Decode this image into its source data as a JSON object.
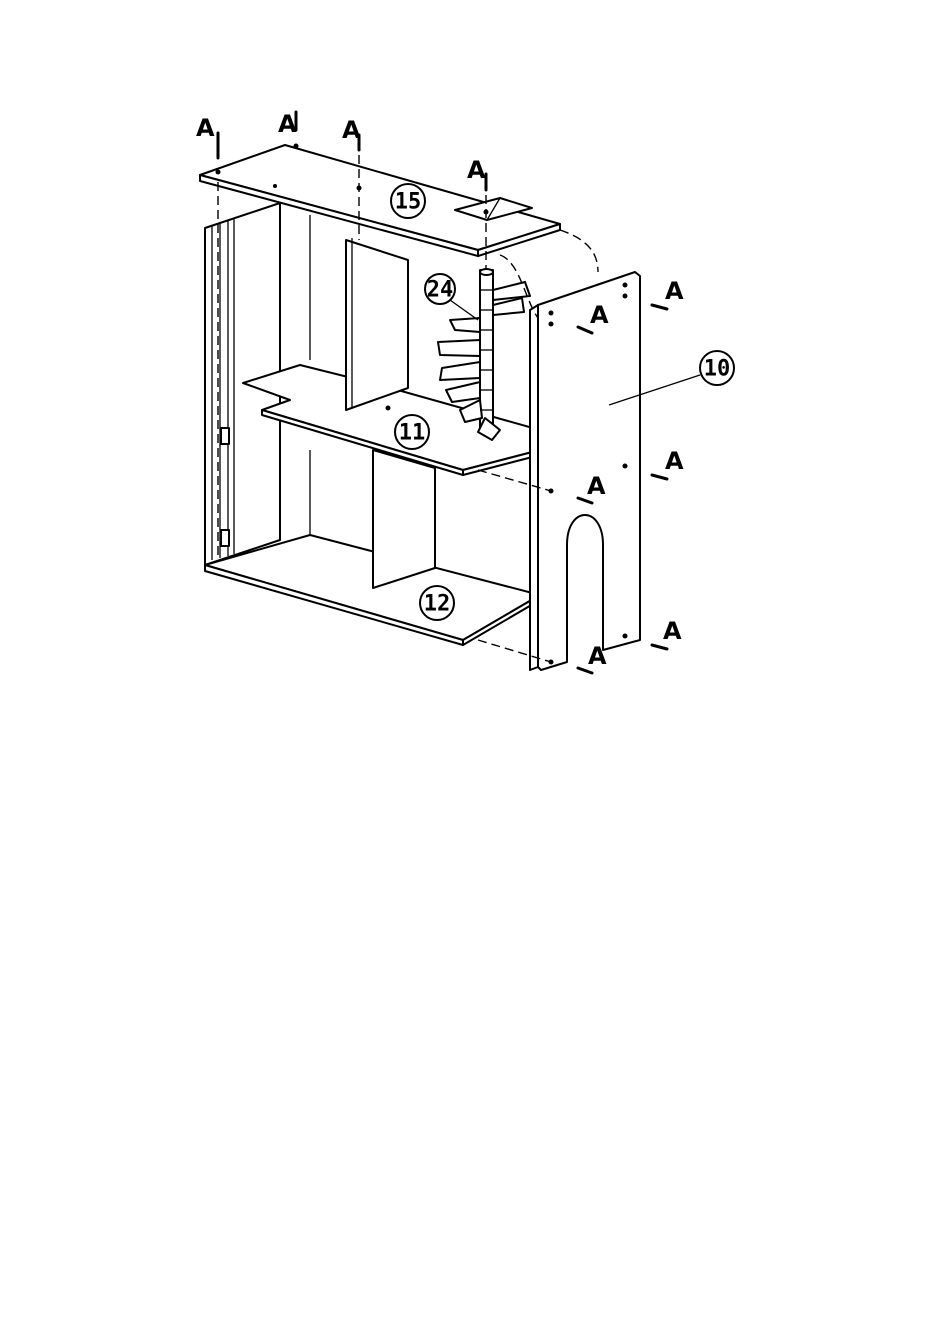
{
  "diagram": {
    "fastener_label": "A",
    "parts": {
      "top_roof": "15",
      "middle_floor": "11",
      "bottom_floor": "12",
      "side_wall": "10",
      "spiral_stair": "24"
    }
  }
}
